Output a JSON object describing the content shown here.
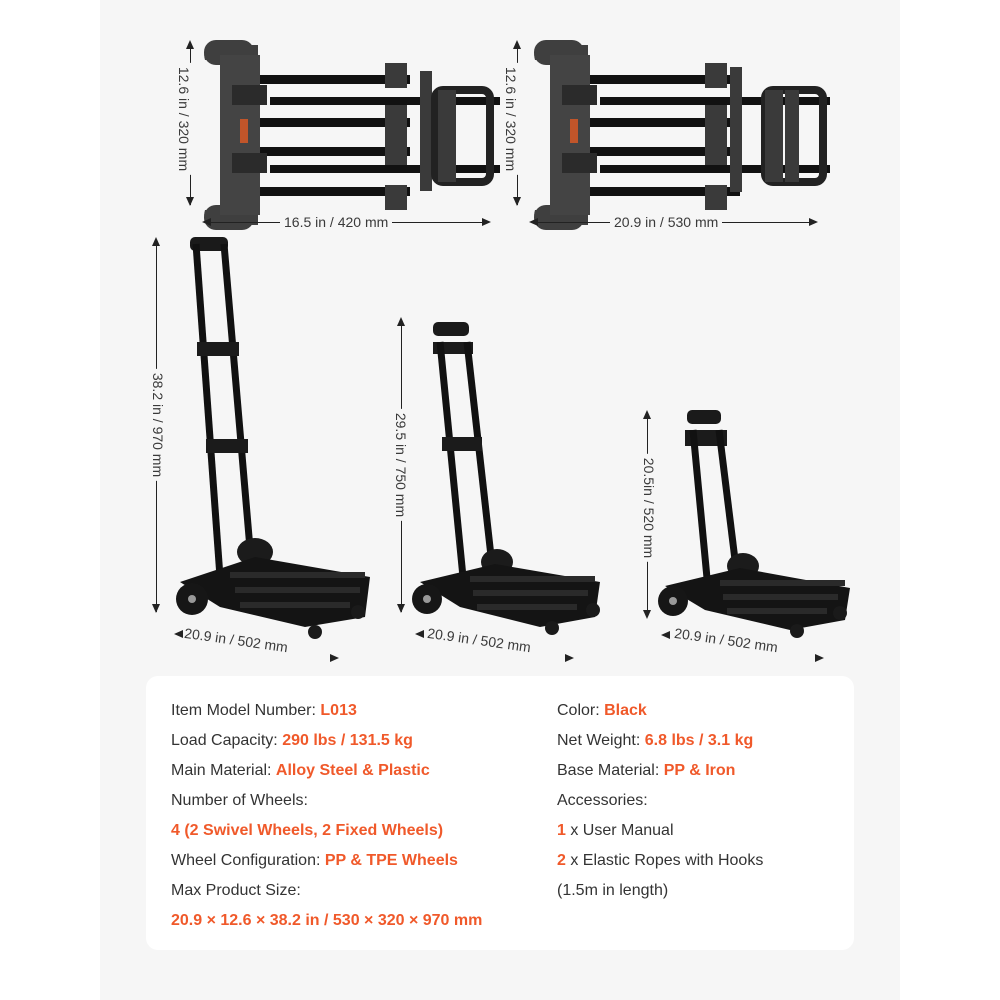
{
  "colors": {
    "accent": "#f0592a",
    "text": "#333333",
    "panel_bg": "#f6f6f6",
    "card_bg": "#ffffff",
    "cart_black": "#111111",
    "cart_gray": "#3c3c3c"
  },
  "folded_views": [
    {
      "height_label": "12.6 in / 320 mm",
      "width_label": "16.5 in / 420 mm"
    },
    {
      "height_label": "12.6 in / 320 mm",
      "width_label": "20.9 in / 530 mm"
    }
  ],
  "unfolded_views": [
    {
      "height_label": "38.2 in / 970 mm",
      "width_label": "20.9 in / 502 mm"
    },
    {
      "height_label": "29.5 in / 750 mm",
      "width_label": "20.9 in / 502 mm"
    },
    {
      "height_label": "20.5in / 520 mm",
      "width_label": "20.9 in / 502 mm"
    }
  ],
  "specs": {
    "left": [
      {
        "label": "Item Model Number: ",
        "value": "L013"
      },
      {
        "label": "Load Capacity: ",
        "value": "290 lbs / 131.5 kg"
      },
      {
        "label": "Main Material: ",
        "value": "Alloy Steel & Plastic"
      },
      {
        "label": "Number of Wheels:",
        "value": ""
      },
      {
        "label": "",
        "value": "4 (2 Swivel Wheels, 2 Fixed Wheels)"
      },
      {
        "label": "Wheel Configuration: ",
        "value": "PP & TPE Wheels"
      },
      {
        "label": "Max Product Size:",
        "value": ""
      },
      {
        "label": "",
        "value": "20.9 × 12.6 × 38.2 in / 530 × 320 × 970 mm"
      }
    ],
    "right": [
      {
        "label": "Color: ",
        "value": "Black"
      },
      {
        "label": "Net Weight: ",
        "value": "6.8 lbs / 3.1 kg"
      },
      {
        "label": "Base Material: ",
        "value": "PP & Iron"
      },
      {
        "label": "Accessories:",
        "value": ""
      },
      {
        "qty": "1",
        "text": " x User Manual"
      },
      {
        "qty": "2",
        "text": " x Elastic Ropes with Hooks"
      },
      {
        "text": "(1.5m in length)"
      }
    ]
  }
}
